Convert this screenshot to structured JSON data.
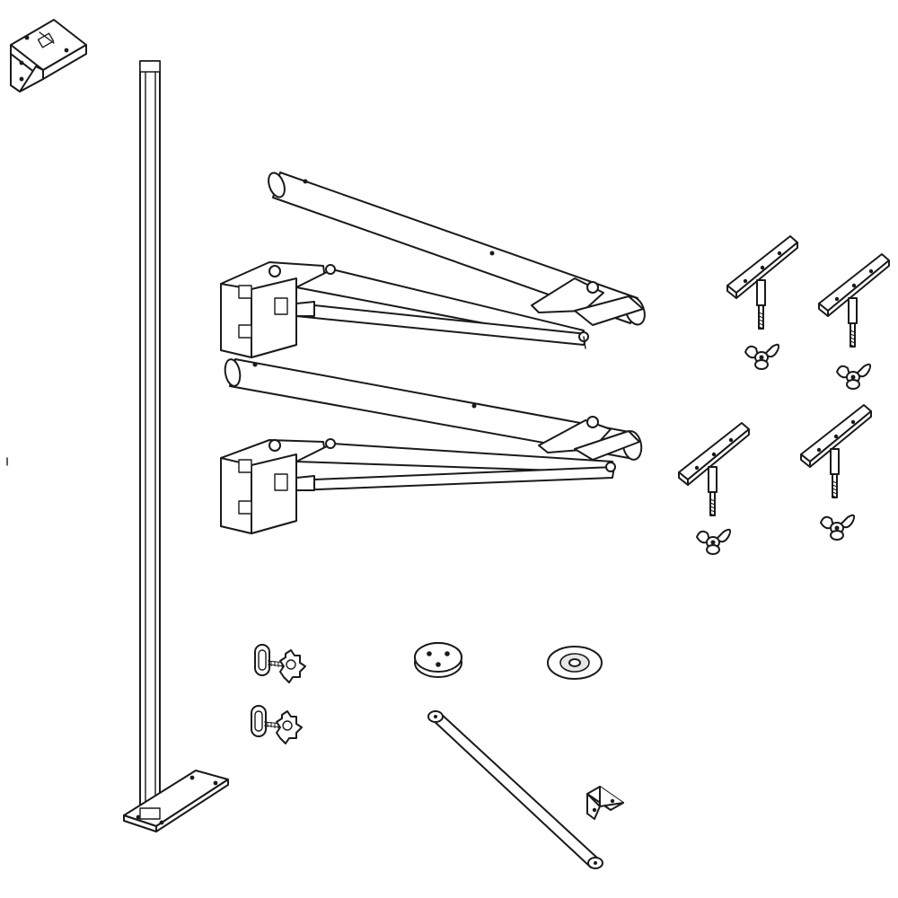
{
  "diagram": {
    "parts": [
      {
        "id": "wall-bracket",
        "icon": "bracket-icon"
      },
      {
        "id": "vertical-post",
        "icon": "post-icon"
      },
      {
        "id": "base-plate",
        "icon": "plate-icon"
      },
      {
        "id": "swing-arm-upper",
        "icon": "swing-arm-icon"
      },
      {
        "id": "swing-arm-lower",
        "icon": "swing-arm-icon"
      },
      {
        "id": "t-mount-bolts",
        "count": 4,
        "icon": "t-bolt-icon"
      },
      {
        "id": "wing-nuts",
        "count": 4,
        "icon": "wing-nut-icon"
      },
      {
        "id": "star-knob-clamps",
        "count": 2,
        "icon": "star-knob-icon"
      },
      {
        "id": "flat-washer-three-hole",
        "icon": "washer-icon"
      },
      {
        "id": "dished-washer",
        "icon": "washer-icon"
      },
      {
        "id": "diagonal-brace",
        "icon": "brace-icon"
      },
      {
        "id": "small-angle-bracket",
        "icon": "bracket-icon"
      }
    ],
    "colors": {
      "line": "#1a1a1a",
      "fill": "#ffffff",
      "shade": "#e6e6e6"
    }
  }
}
